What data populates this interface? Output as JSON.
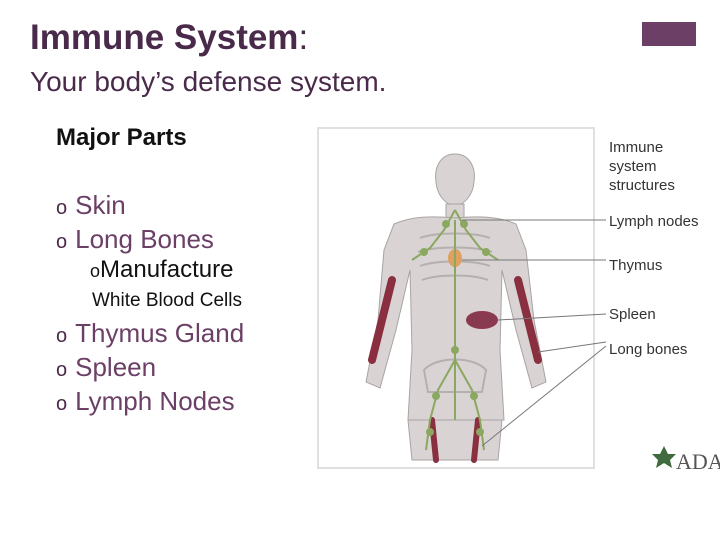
{
  "header": {
    "title_bold": "Immune System",
    "title_rest": ":",
    "subtitle": "Your body’s defense system."
  },
  "content": {
    "heading": "Major Parts",
    "bullet_glyph": "o",
    "items": [
      {
        "label": "Skin"
      },
      {
        "label": "Long Bones"
      },
      {
        "label": "Thymus Gland"
      },
      {
        "label": "Spleen"
      },
      {
        "label": "Lymph Nodes"
      }
    ],
    "sub_item": {
      "line1": "Manufacture",
      "line2": "White Blood Cells"
    }
  },
  "figure": {
    "labels": {
      "title_line1": "Immune",
      "title_line2": "system",
      "title_line3": "structures",
      "lymph_nodes": "Lymph nodes",
      "thymus": "Thymus",
      "spleen": "Spleen",
      "long_bones": "Long bones"
    },
    "logo": "ADA",
    "colors": {
      "skin": "#d9d3d3",
      "bone": "#efeded",
      "lymph": "#8aa860",
      "spleen": "#8a3a50",
      "marrow": "#8a2f40",
      "thymus": "#e0a060"
    }
  },
  "theme": {
    "accent": "#6b3f66",
    "title_color": "#4a2a4a"
  }
}
